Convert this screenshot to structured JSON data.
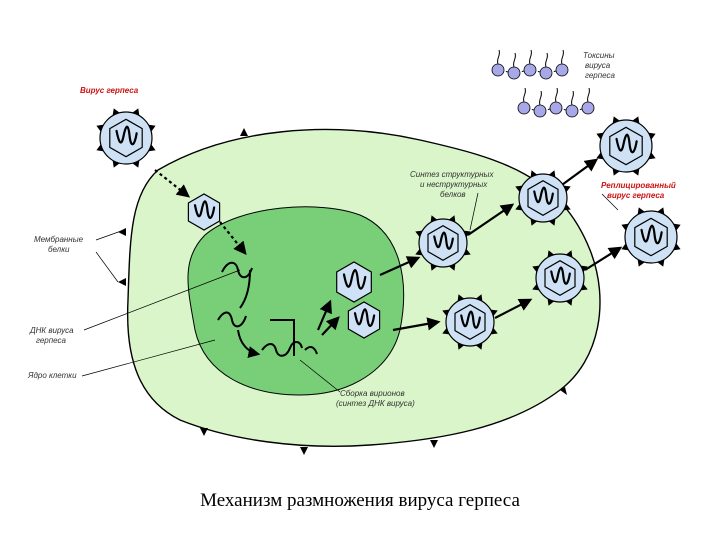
{
  "caption": "Механизм размножения вируса герпеса",
  "labels": {
    "herpes_virus": "Вирус герпеса",
    "toxins_1": "Токсины",
    "toxins_2": "вируса",
    "toxins_3": "герпеса",
    "synthesis_1": "Синтез структурных",
    "synthesis_2": "и неструктурных",
    "synthesis_3": "белков",
    "replicated_1": "Реплицированный",
    "replicated_2": "вирус герпеса",
    "membrane_1": "Мембранные",
    "membrane_2": "белки",
    "dna_1": "ДНК вируса",
    "dna_2": "герпеса",
    "nucleus": "Ядро клетки",
    "assembly_1": "Сборка вирионов",
    "assembly_2": "(синтез ДНК вируса)"
  },
  "colors": {
    "cell": "#d9f5c9",
    "nucleus": "#78cf78",
    "virus_fill": "#cfe2f5",
    "virus_outer": "#000000",
    "toxin": "#a8a8e8",
    "label_red": "#cc1111"
  }
}
